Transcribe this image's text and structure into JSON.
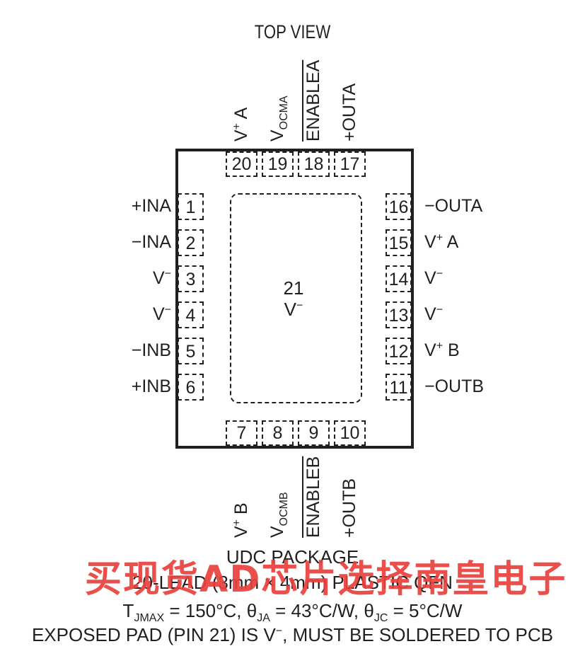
{
  "title": "TOP VIEW",
  "pins_left": [
    {
      "num": "1",
      "label": "+INA"
    },
    {
      "num": "2",
      "label": "−INA"
    },
    {
      "num": "3",
      "label": "V",
      "sup": "−"
    },
    {
      "num": "4",
      "label": "V",
      "sup": "−"
    },
    {
      "num": "5",
      "label": "−INB"
    },
    {
      "num": "6",
      "label": "+INB"
    }
  ],
  "pins_right": [
    {
      "num": "16",
      "label": "−OUTA"
    },
    {
      "num": "15",
      "label": "V",
      "sup": "+",
      "suffix": " A"
    },
    {
      "num": "14",
      "label": "V",
      "sup": "−"
    },
    {
      "num": "13",
      "label": "V",
      "sup": "−"
    },
    {
      "num": "12",
      "label": "V",
      "sup": "+",
      "suffix": " B"
    },
    {
      "num": "11",
      "label": "−OUTB"
    }
  ],
  "pins_top": [
    {
      "num": "20",
      "label": "V",
      "sup": "+",
      "suffix": " A"
    },
    {
      "num": "19",
      "label": "V",
      "sub": "OCMA"
    },
    {
      "num": "18",
      "label": "ENABLEA",
      "overline": true
    },
    {
      "num": "17",
      "label": "+OUTA"
    }
  ],
  "pins_bottom": [
    {
      "num": "7",
      "label": "V",
      "sup": "+",
      "suffix": " B"
    },
    {
      "num": "8",
      "label": "V",
      "sub": "OCMB"
    },
    {
      "num": "9",
      "label": "ENABLEB",
      "overline": true
    },
    {
      "num": "10",
      "label": "+OUTB"
    }
  ],
  "exposed_pad": {
    "num": "21",
    "label": "V",
    "sup": "−"
  },
  "package_name": "UDC PACKAGE",
  "package_desc": "20-LEAD (3mm × 4mm) PLASTIC QFN",
  "thermal": {
    "t_main": "T",
    "t_sub": "JMAX",
    "t_val": " = 150°C, θ",
    "ja_sub": "JA",
    "ja_val": " = 43°C/W, θ",
    "jc_sub": "JC",
    "jc_val": " = 5°C/W"
  },
  "exposed_note_a": "EXPOSED PAD (PIN 21) IS V",
  "exposed_note_sup": "−",
  "exposed_note_b": ", MUST BE SOLDERED TO PCB",
  "watermark": "买现货AD芯片选择南皇电子"
}
